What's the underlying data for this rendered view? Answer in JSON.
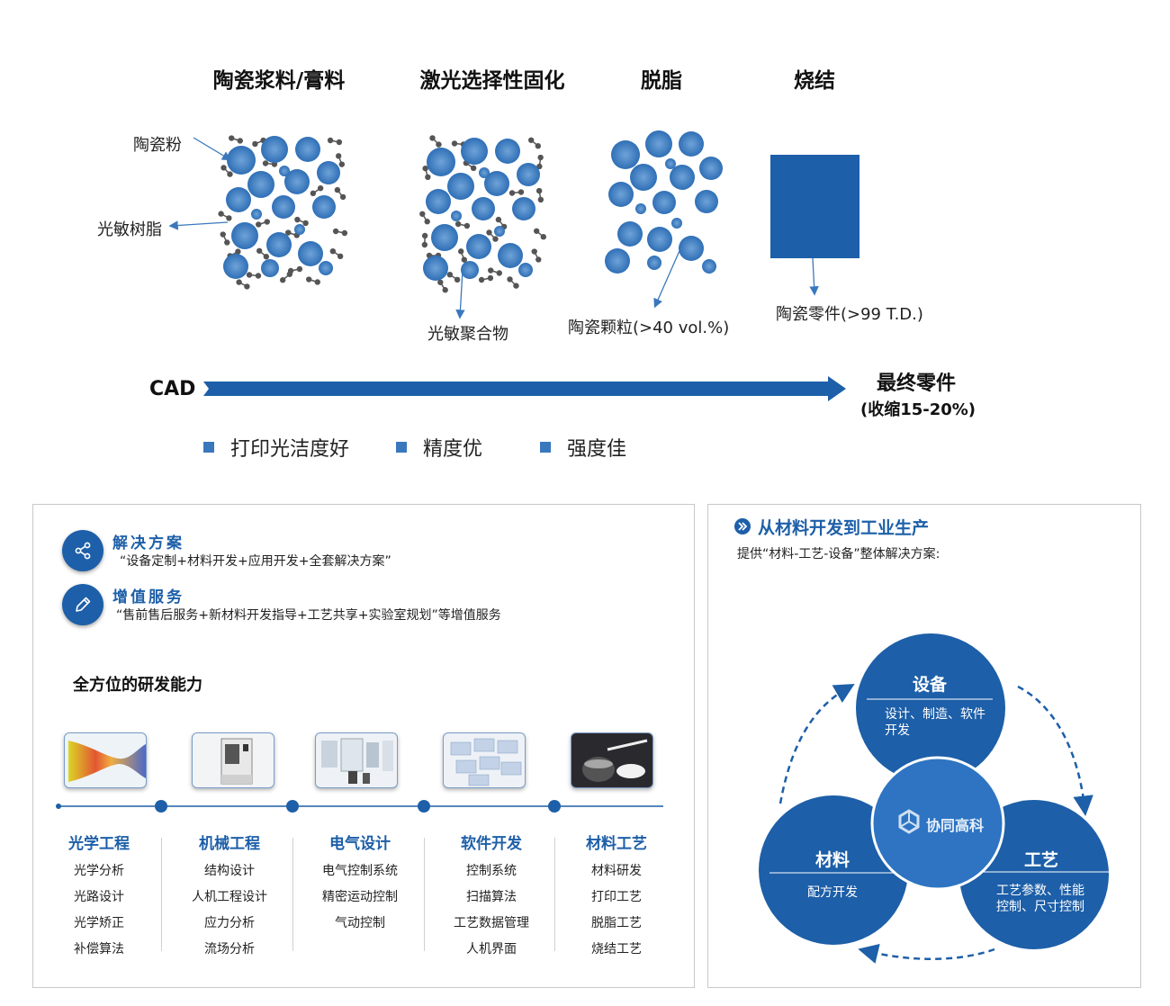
{
  "process": {
    "stages": [
      "陶瓷浆料/膏料",
      "激光选择性固化",
      "脱脂",
      "烧结"
    ],
    "labels": {
      "ceramic_powder": "陶瓷粉",
      "photosensitive_resin": "光敏树脂",
      "photopolymer": "光敏聚合物",
      "ceramic_particles": "陶瓷颗粒(>40 vol.%)",
      "ceramic_part": "陶瓷零件(>99 T.D.)"
    },
    "arrow_start": "CAD",
    "arrow_end": "最终零件",
    "shrinkage": "(收缩15-20%)",
    "features": [
      "打印光洁度好",
      "精度优",
      "强度佳"
    ]
  },
  "left_panel": {
    "services": [
      {
        "title": "解决方案",
        "desc": "“设备定制+材料开发+应用开发+全套解决方案”"
      },
      {
        "title": "增值服务",
        "desc": "“售前售后服务+新材料开发指导+工艺共享+实验室规划”等增值服务"
      }
    ],
    "rd_title": "全方位的研发能力",
    "columns": [
      {
        "title": "光学工程",
        "items": [
          "光学分析",
          "光路设计",
          "光学矫正",
          "补偿算法"
        ]
      },
      {
        "title": "机械工程",
        "items": [
          "结构设计",
          "人机工程设计",
          "应力分析",
          "流场分析"
        ]
      },
      {
        "title": "电气设计",
        "items": [
          "电气控制系统",
          "精密运动控制",
          "气动控制"
        ]
      },
      {
        "title": "软件开发",
        "items": [
          "控制系统",
          "扫描算法",
          "工艺数据管理",
          "人机界面"
        ]
      },
      {
        "title": "材料工艺",
        "items": [
          "材料研发",
          "打印工艺",
          "脱脂工艺",
          "烧结工艺"
        ]
      }
    ]
  },
  "right_panel": {
    "title": "从材料开发到工业生产",
    "subtitle": "提供“材料-工艺-设备”整体解决方案:",
    "equipment": {
      "title": "设备",
      "desc_l1": "设计、制造、软件",
      "desc_l2": "开发"
    },
    "material": {
      "title": "材料",
      "desc": "配方开发"
    },
    "process": {
      "title": "工艺",
      "desc_l1": "工艺参数、性能",
      "desc_l2": "控制、尺寸控制"
    },
    "center_logo": "协同高科"
  },
  "colors": {
    "primary": "#1d5fa8",
    "accent": "#3a78bd",
    "sphere": "#3b7bc0",
    "binder": "#555555"
  }
}
